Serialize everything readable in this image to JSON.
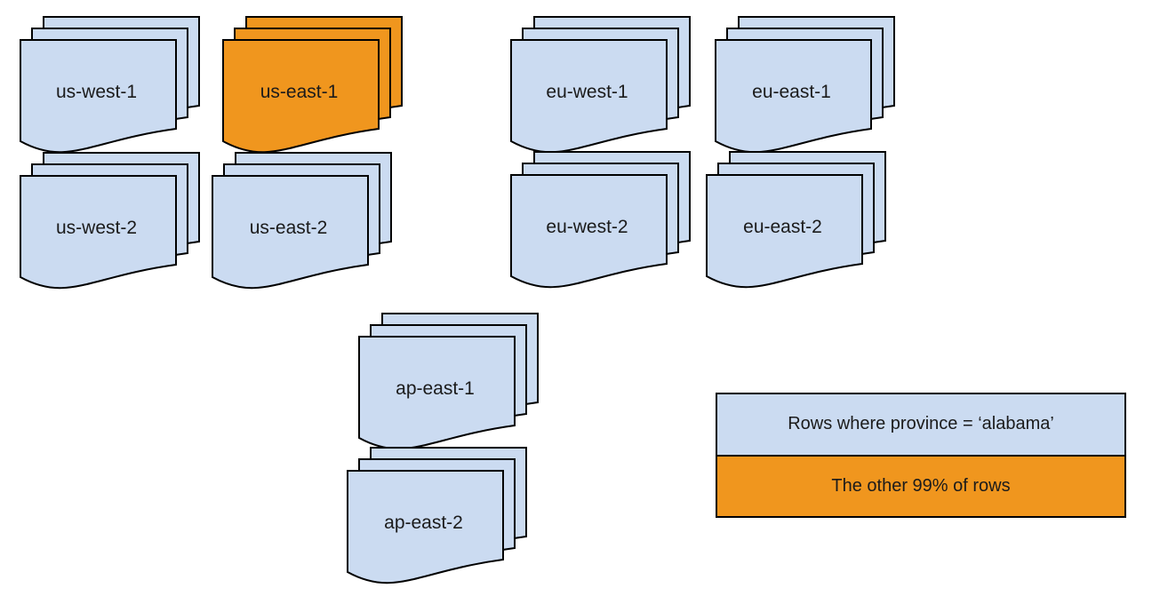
{
  "colors": {
    "page_background": "#ffffff",
    "shard_blue": "#cbdbf1",
    "shard_orange": "#f0961e",
    "outline": "#000000",
    "text": "#1b1b1b"
  },
  "stacks": [
    {
      "label": "us-west-1",
      "variant": "blue"
    },
    {
      "label": "us-east-1",
      "variant": "orange"
    },
    {
      "label": "eu-west-1",
      "variant": "blue"
    },
    {
      "label": "eu-east-1",
      "variant": "blue"
    },
    {
      "label": "us-west-2",
      "variant": "blue"
    },
    {
      "label": "us-east-2",
      "variant": "blue"
    },
    {
      "label": "eu-west-2",
      "variant": "blue"
    },
    {
      "label": "eu-east-2",
      "variant": "blue"
    },
    {
      "label": "ap-east-1",
      "variant": "blue"
    },
    {
      "label": "ap-east-2",
      "variant": "blue"
    }
  ],
  "legend": {
    "items": [
      {
        "label": "Rows where province = ‘alabama’",
        "variant": "blue"
      },
      {
        "label": "The other 99% of rows",
        "variant": "orange"
      }
    ]
  }
}
